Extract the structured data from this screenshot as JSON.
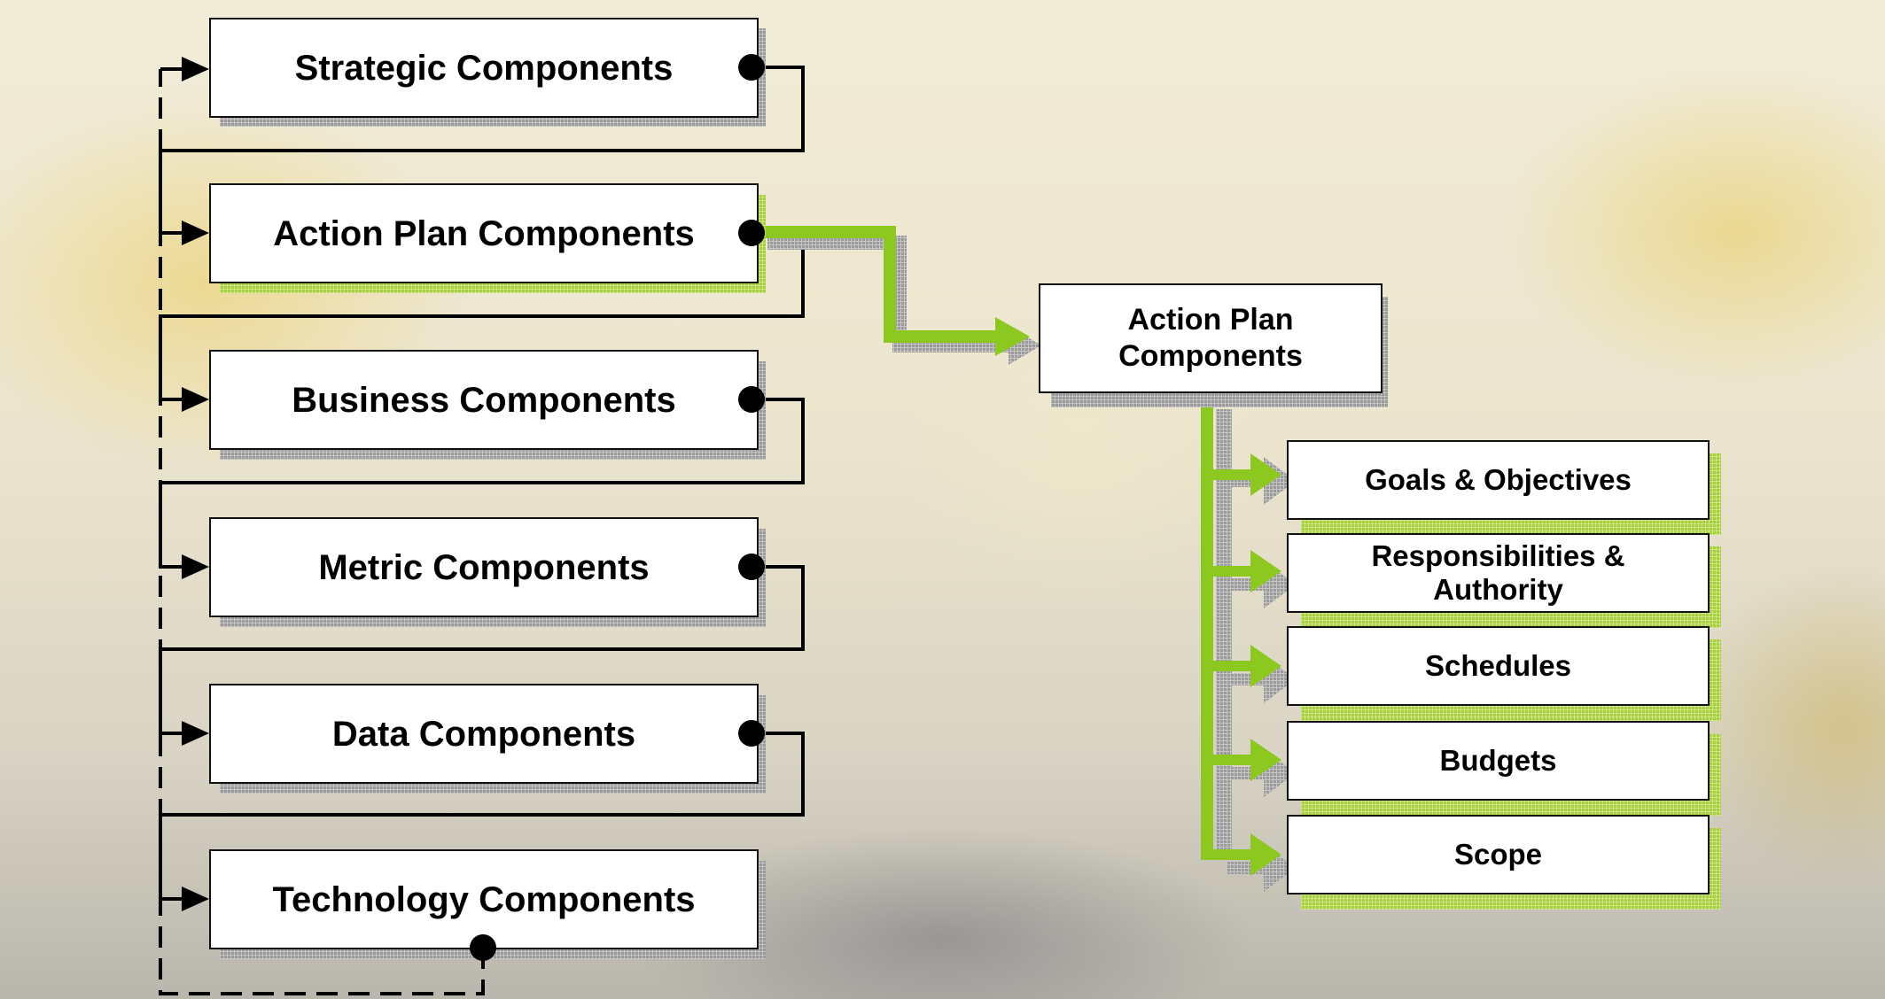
{
  "diagram": {
    "left_nodes": [
      {
        "label": "Strategic Components"
      },
      {
        "label": "Action Plan Components"
      },
      {
        "label": "Business Components"
      },
      {
        "label": "Metric Components"
      },
      {
        "label": "Data Components"
      },
      {
        "label": "Technology Components"
      }
    ],
    "center_node": {
      "line1": "Action Plan",
      "line2": "Components"
    },
    "right_nodes": [
      {
        "label": "Goals & Objectives"
      },
      {
        "label": "Responsibilities & Authority",
        "line1": "Responsibilities &",
        "line2": "Authority"
      },
      {
        "label": "Schedules"
      },
      {
        "label": "Budgets"
      },
      {
        "label": "Scope"
      }
    ],
    "colors": {
      "connector": "#000000",
      "highlight": "#8cc820",
      "shadow": "#9b9b9b",
      "box_fill": "#ffffff"
    }
  }
}
